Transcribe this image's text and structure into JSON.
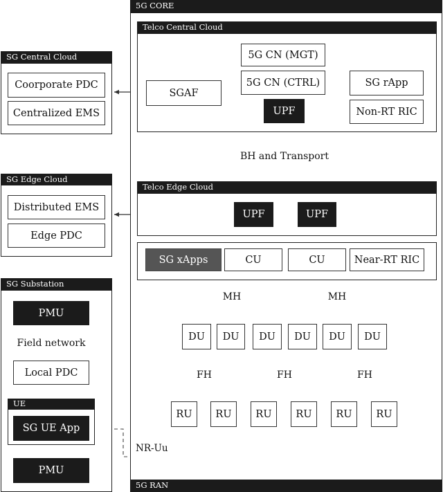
{
  "core": {
    "title": "5G CORE"
  },
  "central_cloud": {
    "title": "Telco Central Cloud",
    "cn_mgt": "5G CN (MGT)",
    "cn_ctrl": "5G CN (CTRL)",
    "upf": "UPF",
    "sgaf": "SGAF",
    "rapp": "SG rApp",
    "nonrt_ric": "Non-RT RIC"
  },
  "bh": {
    "label": "BH and Transport"
  },
  "edge_cloud": {
    "title": "Telco Edge Cloud",
    "upf_a": "UPF",
    "upf_b": "UPF"
  },
  "sg_central": {
    "title": "SG Central Cloud",
    "pdc": "Coorporate PDC",
    "ems": "Centralized EMS"
  },
  "sg_edge": {
    "title": "SG Edge Cloud",
    "ems": "Distributed EMS",
    "pdc": "Edge PDC"
  },
  "substation": {
    "title": "SG Substation",
    "pmu_top": "PMU",
    "field_network": "Field network",
    "local_pdc": "Local PDC",
    "ue_title": "UE",
    "ue_app": "SG UE App",
    "pmu_bottom": "PMU"
  },
  "ran": {
    "title": "5G RAN",
    "xapps": "SG xApps",
    "cu_a": "CU",
    "cu_b": "CU",
    "nearrt_ric": "Near-RT RIC",
    "mh_a": "MH",
    "mh_b": "MH",
    "du": [
      "DU",
      "DU",
      "DU",
      "DU",
      "DU",
      "DU"
    ],
    "fh": [
      "FH",
      "FH",
      "FH"
    ],
    "ru": [
      "RU",
      "RU",
      "RU",
      "RU",
      "RU",
      "RU"
    ],
    "nr_uu": "NR-Uu"
  },
  "icons": {
    "wifi": "wifi-signal-icon",
    "tower": "cell-tower-icon",
    "arrow": "arrow-head-icon"
  }
}
